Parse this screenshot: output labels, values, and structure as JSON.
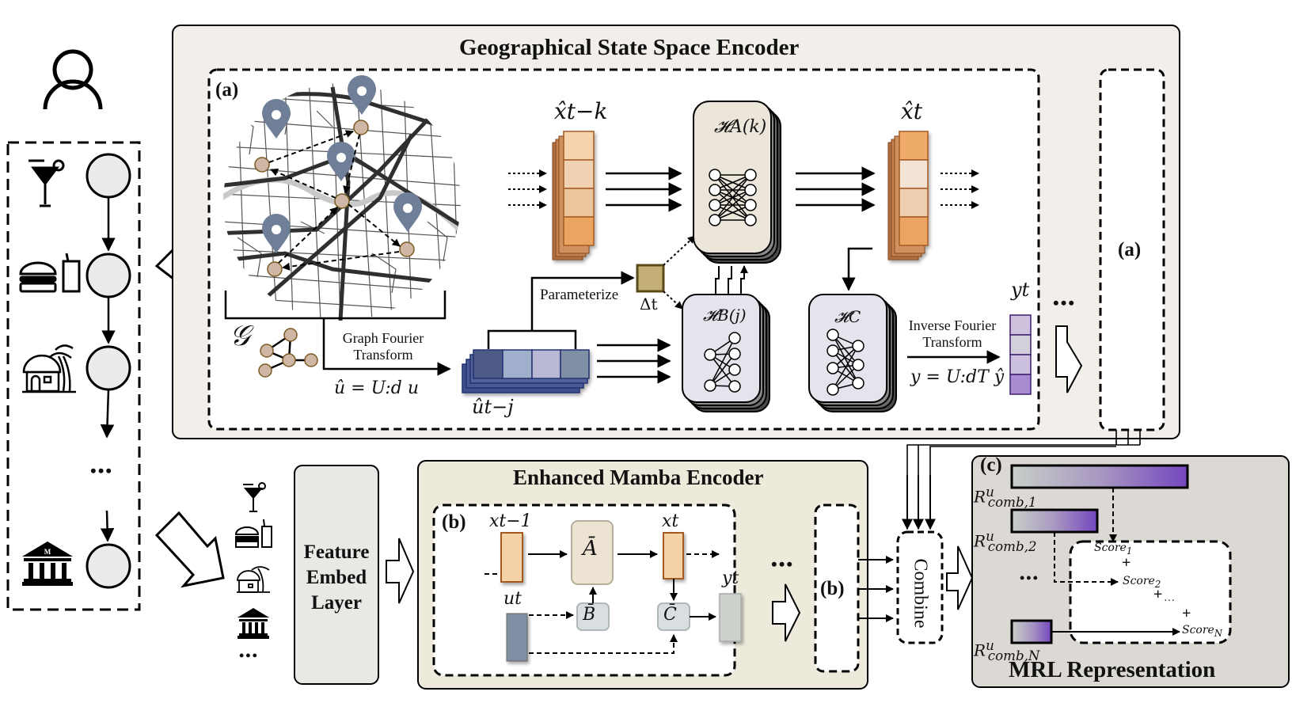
{
  "user_sequence": {
    "user_icon": "user-icon",
    "pois": [
      {
        "icon": "cocktail-icon",
        "label": "bar"
      },
      {
        "icon": "fastfood-icon",
        "label": "fast food"
      },
      {
        "icon": "beach-hut-icon",
        "label": "resort"
      },
      {
        "icon": "ellipsis",
        "label": "..."
      },
      {
        "icon": "museum-icon",
        "label": "museum"
      }
    ],
    "ellipsis": "•••"
  },
  "geo_encoder": {
    "title": "Geographical State Space Encoder",
    "block_label": "(a)",
    "graph_symbol": "𝒢",
    "graph_fourier_label_line1": "Graph Fourier",
    "graph_fourier_label_line2": "Transform",
    "graph_fourier_eq": "û = U:d u",
    "u_hat_label": "ût−j",
    "parameterize_label": "Parameterize",
    "delta_label": "Δt",
    "x_hat_prev_label": "x̂t−k",
    "x_hat_label": "x̂t",
    "H_A_label": "𝓗A(k)",
    "H_B_label": "𝓗B(j)",
    "H_C_label": "𝓗C",
    "inverse_fourier_line1": "Inverse Fourier",
    "inverse_fourier_line2": "Transform",
    "inverse_fourier_eq": "y = U:dT ŷ",
    "y_label": "yt",
    "stack_ellipsis": "•••",
    "stacked_block_label": "(a)",
    "colors": {
      "panel_bg": "#f2eee9",
      "x_cells": [
        "#f5d3ac",
        "#f0d2b2",
        "#edc59d",
        "#eba561"
      ],
      "x_hat_cells": [
        "#eeab6a",
        "#f4e4d6",
        "#efcfb0",
        "#eba462"
      ],
      "u_cells": [
        "#4e5a86",
        "#a0b0cc",
        "#b8b8d4",
        "#7f8fa4"
      ],
      "y_cells": [
        "#cdc1dd",
        "#d3d0dc",
        "#cbc0de",
        "#a98bd2"
      ],
      "delta": "#c4b077",
      "H_A_bg": "#ece6da",
      "H_BC_bg": "#e4e4ec"
    }
  },
  "sequence_panel": {
    "icons": [
      "cocktail-icon",
      "fastfood-icon",
      "beach-hut-icon",
      "museum-icon"
    ],
    "ellipsis": "•••"
  },
  "feature_embed": {
    "line1": "Feature",
    "line2": "Embed",
    "line3": "Layer"
  },
  "mamba_encoder": {
    "title": "Enhanced Mamba Encoder",
    "block_label": "(b)",
    "x_prev_label": "xt−1",
    "x_label": "xt",
    "u_label": "ut",
    "y_label": "yt",
    "A_label": "Ā",
    "B_label": "B̄",
    "C_label": "C̄",
    "stack_ellipsis": "•••",
    "stacked_block_label": "(b)",
    "colors": {
      "panel_bg": "#edeadb",
      "x_fill": "#f5d2a8",
      "u_fill": "#7f8ea3",
      "y_fill": "#cad2cb",
      "A_fill": "#ede3d2",
      "BC_fill": "#d9dfe0"
    }
  },
  "combine": {
    "label": "Combine"
  },
  "mrl": {
    "block_label": "(c)",
    "title": "MRL Representation",
    "reps": [
      {
        "label": "R",
        "sup": "u",
        "sub": "comb,1"
      },
      {
        "label": "R",
        "sup": "u",
        "sub": "comb,2"
      },
      {
        "label": "R",
        "sup": "u",
        "sub": "comb,N"
      }
    ],
    "rep_ellipsis": "•••",
    "scores": [
      {
        "label": "Score",
        "sub": "1"
      },
      {
        "label": "Score",
        "sub": "2"
      },
      {
        "label": "Score",
        "sub": "N"
      }
    ],
    "plus": "+",
    "score_ellipsis": "···",
    "colors": {
      "panel_bg": "#dcd9d5",
      "grad_start": "#c8cfc8",
      "grad_end": "#7446be"
    }
  }
}
